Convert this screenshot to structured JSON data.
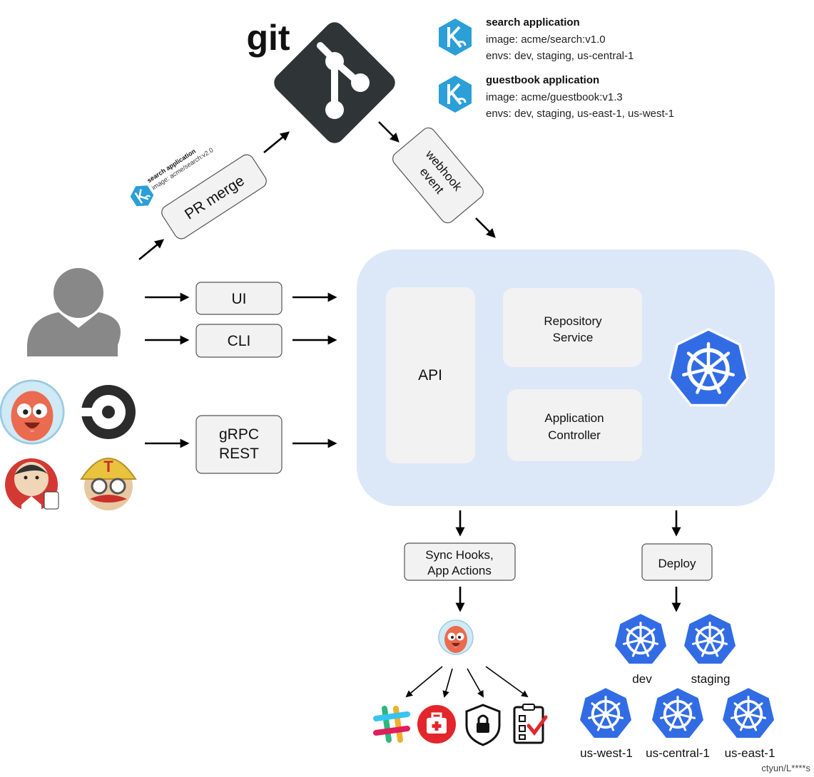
{
  "git": {
    "logo_text": "git"
  },
  "apps": [
    {
      "title": "search application",
      "image": "image: acme/search:v1.0",
      "envs": "envs: dev, staging, us-central-1"
    },
    {
      "title": "guestbook application",
      "image": "image: acme/guestbook:v1.3",
      "envs": "envs: dev, staging, us-east-1, us-west-1"
    }
  ],
  "pr": {
    "label": "PR merge",
    "app_title": "search application",
    "app_image": "image: acme/search:v2.0"
  },
  "webhook": {
    "line1": "webhook",
    "line2": "event"
  },
  "clients": {
    "ui": "UI",
    "cli": "CLI",
    "grpc_line1": "gRPC",
    "grpc_line2": "REST"
  },
  "server": {
    "api": "API",
    "repo_line1": "Repository",
    "repo_line2": "Service",
    "ctrl_line1": "Application",
    "ctrl_line2": "Controller"
  },
  "hooks": {
    "line1": "Sync Hooks,",
    "line2": "App Actions"
  },
  "deploy": {
    "label": "Deploy"
  },
  "clusters": [
    "dev",
    "staging",
    "us-west-1",
    "us-central-1",
    "us-east-1"
  ],
  "watermark": "ctyun/L****s",
  "colors": {
    "server_bg": "#dce8f8",
    "inner_box": "#f2f2f2",
    "k8s_blue": "#326ce5",
    "ks_blue": "#2a9fd8",
    "git_dark": "#2f3436",
    "person_gray": "#888888",
    "argo_orange": "#e9654b"
  },
  "icons": {
    "git": "git-diamond-icon",
    "ks": "ksonnet-icon",
    "user": "user-icon",
    "argo": "argo-mascot-icon",
    "circleci": "circleci-icon",
    "jenkins": "jenkins-icon",
    "travis": "travis-icon",
    "k8s": "kubernetes-icon",
    "slack": "slack-icon",
    "health": "health-kit-icon",
    "lock": "lock-shield-icon",
    "checklist": "checklist-icon"
  }
}
